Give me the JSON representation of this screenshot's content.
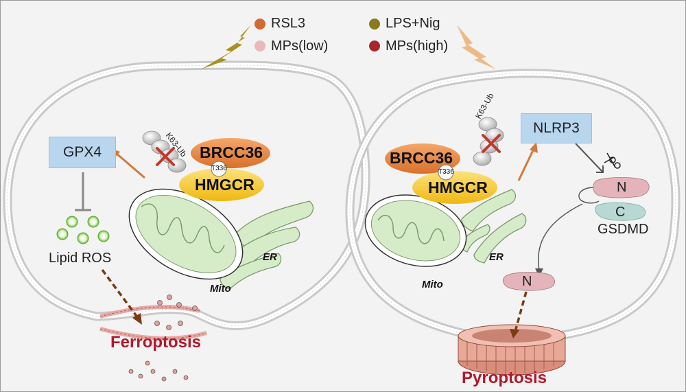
{
  "legend": {
    "items": [
      {
        "label": "RSL3",
        "color": "#d2692e"
      },
      {
        "label": "MPs(low)",
        "color": "#e8b8ba"
      },
      {
        "label": "LPS+Nig",
        "color": "#8a7a1c"
      },
      {
        "label": "MPs(high)",
        "color": "#a8282c"
      }
    ]
  },
  "left_cell": {
    "gpx4": "GPX4",
    "lipid_ros": "Lipid ROS",
    "k63": "K63-Ub",
    "brcc36": "BRCC36",
    "t336": "T336",
    "hmgcr": "HMGCR",
    "er": "ER",
    "mito": "Mito",
    "outcome": "Ferroptosis"
  },
  "right_cell": {
    "nlrp3": "NLRP3",
    "k63": "K63-Ub",
    "brcc36": "BRCC36",
    "t336": "T336",
    "hmgcr": "HMGCR",
    "er": "ER",
    "mito": "Mito",
    "gsdmd": "GSDMD",
    "n_label": "N",
    "c_label": "C",
    "n_cleaved": "N",
    "outcome": "Pyroptosis"
  },
  "colors": {
    "membrane": "#cfcfcf",
    "brcc36": "#e8873a",
    "hmgcr": "#f2c31c",
    "organelle": "#d6ecc8",
    "gsdmd_n": "#e5b3ba",
    "gsdmd_c": "#b7d8d3",
    "pore": "#e2a08f",
    "arrow_orange": "#d27a3c",
    "arrow_brown": "#7a3a14",
    "title_red": "#b3172b"
  }
}
